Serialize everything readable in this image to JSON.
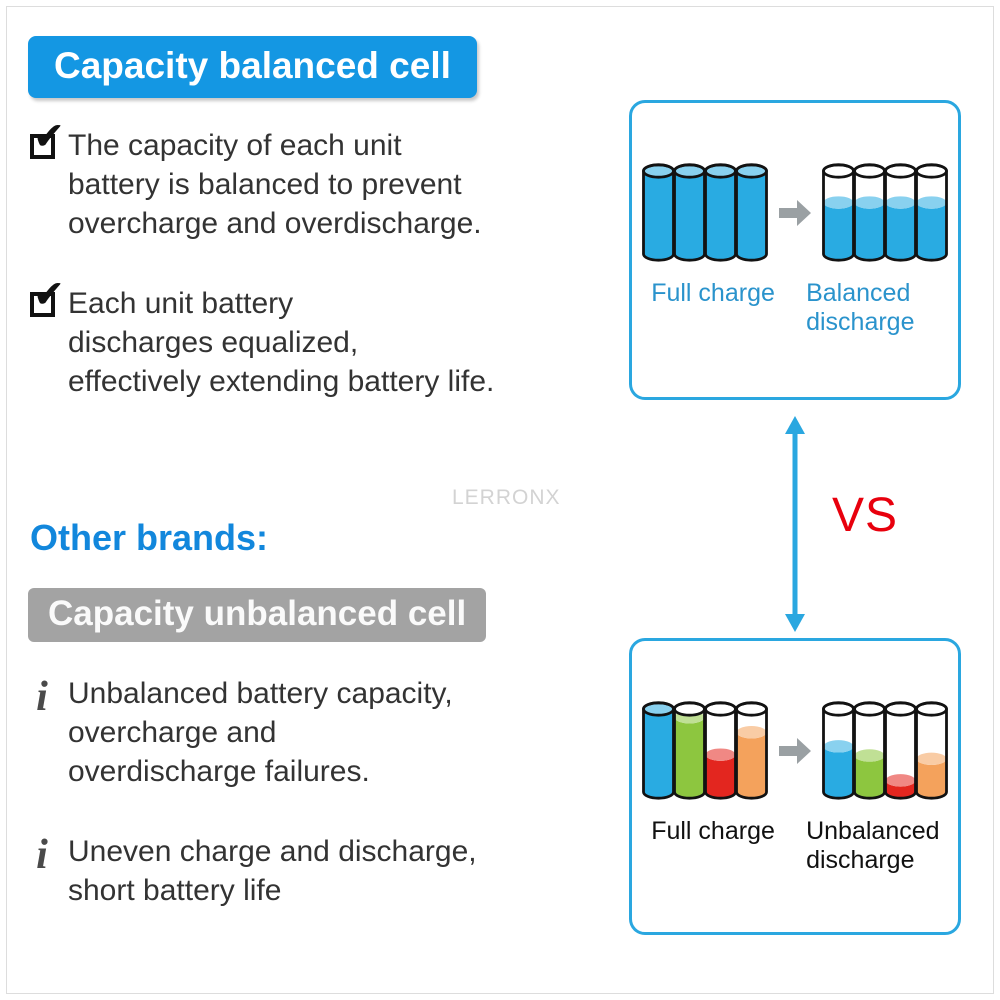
{
  "watermark": "LERRONX",
  "vs_label": "VS",
  "other_brands_label": "Other brands:",
  "colors": {
    "accent": "#1497e3",
    "panel_border": "#2aa7e0",
    "gray_banner": "#a3a3a3",
    "arrow_gray": "#9aa0a3",
    "blue_label": "#2a93cc",
    "vs_red": "#e8000d",
    "text": "#333333"
  },
  "balanced": {
    "banner": "Capacity balanced cell",
    "bullets": [
      {
        "icon": "checkbox-checked-icon",
        "text": "The capacity of each unit\nbattery is balanced to prevent\novercharge and overdischarge."
      },
      {
        "icon": "checkbox-checked-icon",
        "text": "Each unit battery\ndischarges equalized,\neffectively extending battery life."
      }
    ],
    "panel": {
      "left_label": "Full charge",
      "right_label": "Balanced\ndischarge",
      "left_batteries": [
        {
          "color": "#29abe2",
          "level": 1
        },
        {
          "color": "#29abe2",
          "level": 1
        },
        {
          "color": "#29abe2",
          "level": 1
        },
        {
          "color": "#29abe2",
          "level": 1
        }
      ],
      "right_batteries": [
        {
          "color": "#29abe2",
          "level": 0.62
        },
        {
          "color": "#29abe2",
          "level": 0.62
        },
        {
          "color": "#29abe2",
          "level": 0.62
        },
        {
          "color": "#29abe2",
          "level": 0.62
        }
      ]
    }
  },
  "unbalanced": {
    "banner": "Capacity unbalanced cell",
    "bullets": [
      {
        "icon": "info-icon",
        "text": "Unbalanced battery capacity,\novercharge and\noverdischarge failures."
      },
      {
        "icon": "info-icon",
        "text": "Uneven charge and discharge,\nshort battery life"
      }
    ],
    "panel": {
      "left_label": "Full charge",
      "right_label": "Unbalanced\ndischarge",
      "left_batteries": [
        {
          "color": "#29abe2",
          "level": 1
        },
        {
          "color": "#8dc63f",
          "level": 0.9
        },
        {
          "color": "#e3261f",
          "level": 0.45
        },
        {
          "color": "#f4a25c",
          "level": 0.72
        }
      ],
      "right_batteries": [
        {
          "color": "#29abe2",
          "level": 0.55
        },
        {
          "color": "#8dc63f",
          "level": 0.44
        },
        {
          "color": "#e3261f",
          "level": 0.14
        },
        {
          "color": "#f4a25c",
          "level": 0.4
        }
      ]
    }
  }
}
